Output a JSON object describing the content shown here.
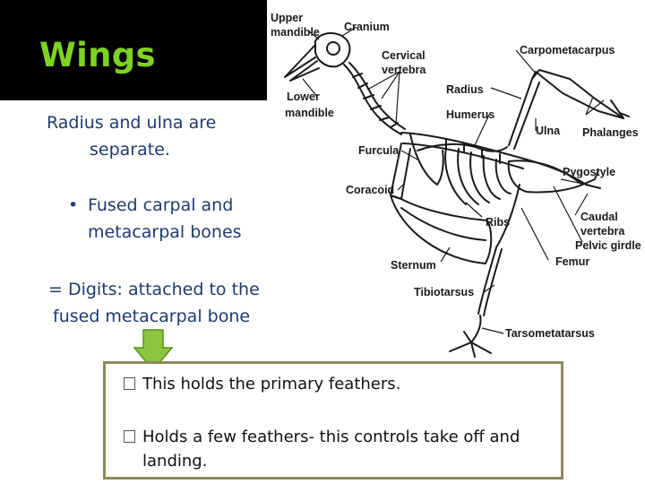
{
  "title": "Wings",
  "text1": {
    "line1": "Radius and ulna are",
    "line2": "separate."
  },
  "bullet": {
    "marker": "•",
    "line1": "Fused carpal and",
    "line2": "metacarpal bones"
  },
  "text3": {
    "line1": "= Digits: attached to the",
    "line2": "fused metacarpal bone"
  },
  "callout": {
    "item1": "This holds the primary feathers.",
    "item2_line1": "Holds a few feathers- this controls take off and",
    "item2_line2": "landing."
  },
  "diagram_labels": {
    "upper_mandible_1": "Upper",
    "upper_mandible_2": "mandible",
    "cranium": "Cranium",
    "cervical_1": "Cervical",
    "cervical_2": "vertebra",
    "carpometacarpus": "Carpometacarpus",
    "lower_mandible_1": "Lower",
    "lower_mandible_2": "mandible",
    "radius": "Radius",
    "humerus": "Humerus",
    "ulna": "Ulna",
    "phalanges": "Phalanges",
    "furcula": "Furcula",
    "pygostyle": "Pygostyle",
    "coracoid": "Coracoid",
    "caudal_1": "Caudal",
    "caudal_2": "vertebra",
    "ribs": "Ribs",
    "pelvic_girdle": "Pelvic girdle",
    "femur": "Femur",
    "sternum": "Sternum",
    "tibiotarsus": "Tibiotarsus",
    "tarsometatarsus": "Tarsometatarsus"
  },
  "colors": {
    "title_bg": "#000000",
    "title_text": "#7ed321",
    "body_text": "#1f3a6e",
    "arrow_fill": "#8cc63f",
    "callout_border": "#8b8b5a"
  }
}
